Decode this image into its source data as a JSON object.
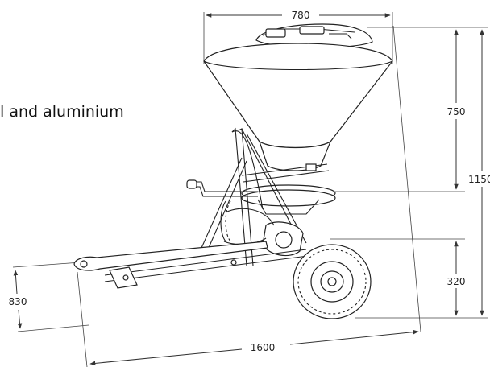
{
  "caption": "l and aluminium",
  "dimensions": {
    "top_width": "780",
    "hopper_height": "750",
    "total_height": "1150",
    "axle_height": "320",
    "hitch_height": "830",
    "total_length": "1600"
  }
}
